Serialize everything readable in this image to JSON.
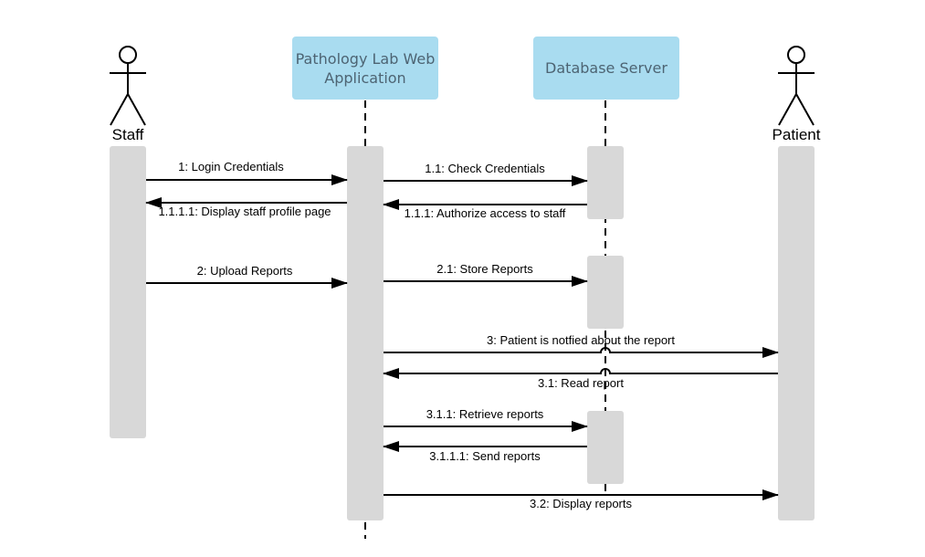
{
  "participants": {
    "staff": {
      "label": "Staff",
      "icon": "stick-figure"
    },
    "webapp": {
      "label_line1": "Pathology Lab Web",
      "label_line2": "Application",
      "color": "#a9dcf0"
    },
    "db": {
      "label": "Database Server",
      "color": "#a9dcf0"
    },
    "patient": {
      "label": "Patient",
      "icon": "stick-figure"
    }
  },
  "activation_color": "#d8d8d8",
  "messages": [
    {
      "label": "1: Login Credentials",
      "from": "staff",
      "to": "webapp"
    },
    {
      "label": "1.1: Check Credentials",
      "from": "webapp",
      "to": "db"
    },
    {
      "label": "1.1.1: Authorize access to staff",
      "from": "db",
      "to": "webapp"
    },
    {
      "label": "1.1.1.1: Display staff profile page",
      "from": "webapp",
      "to": "staff"
    },
    {
      "label": "2: Upload Reports",
      "from": "staff",
      "to": "webapp"
    },
    {
      "label": "2.1: Store Reports",
      "from": "webapp",
      "to": "db"
    },
    {
      "label": "3: Patient is notfied about the report",
      "from": "webapp",
      "to": "patient"
    },
    {
      "label": "3.1: Read report",
      "from": "patient",
      "to": "webapp"
    },
    {
      "label": "3.1.1: Retrieve reports",
      "from": "webapp",
      "to": "db"
    },
    {
      "label": "3.1.1.1: Send reports",
      "from": "db",
      "to": "webapp"
    },
    {
      "label": "3.2: Display reports",
      "from": "webapp",
      "to": "patient"
    }
  ]
}
